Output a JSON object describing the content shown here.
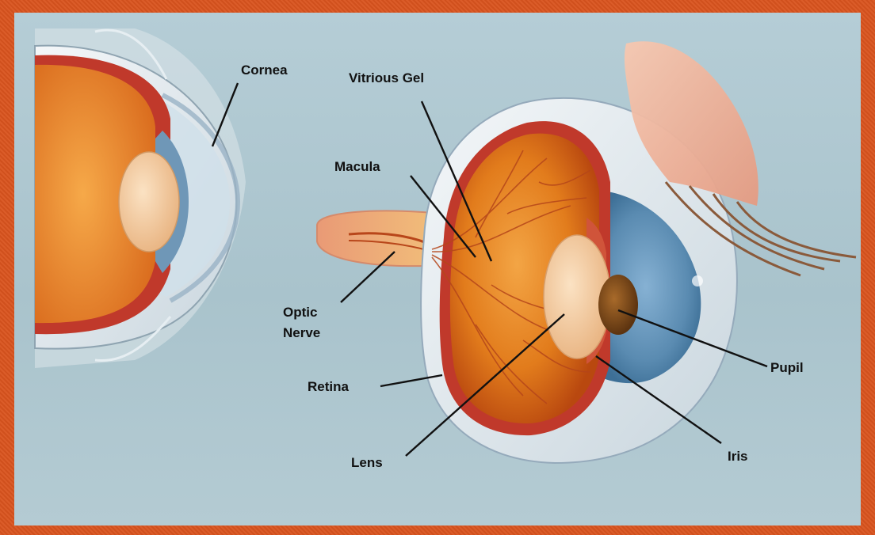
{
  "labels": {
    "cornea": "Cornea",
    "vitreous": "Vitrious Gel",
    "macula": "Macula",
    "optic_line1": "Optic",
    "optic_line2": "Nerve",
    "retina": "Retina",
    "lens": "Lens",
    "pupil": "Pupil",
    "iris": "Iris"
  },
  "colors": {
    "frame": "#d9531e",
    "background": "#afc8d1",
    "retina_orange": "#e07a1c",
    "vessel": "#b5461a",
    "iris_blue": "#5d8eb3",
    "lens": "#f2c59a",
    "label_text": "#111111"
  }
}
